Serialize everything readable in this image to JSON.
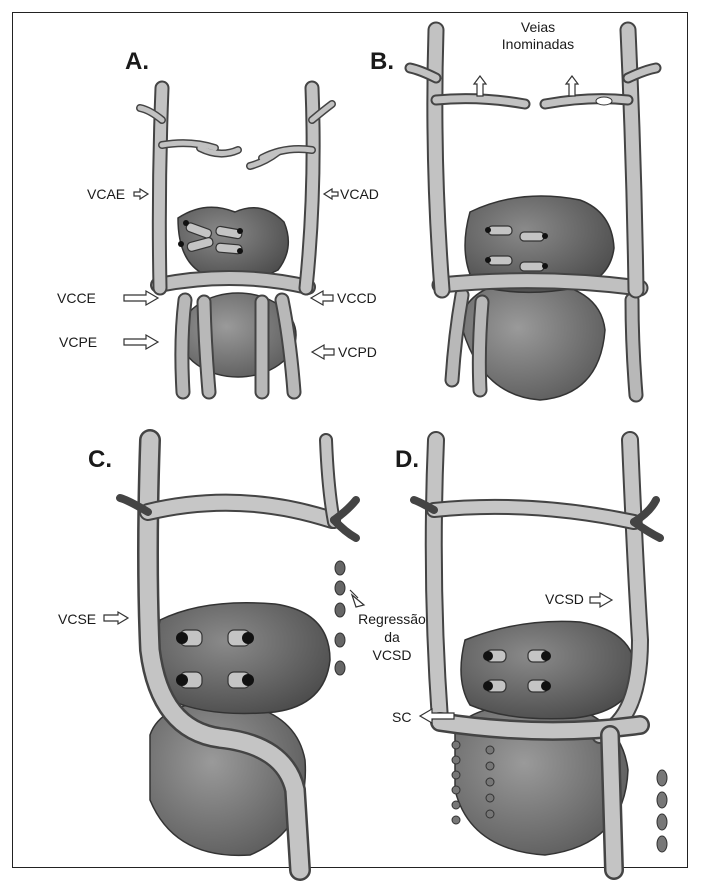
{
  "panels": {
    "a": {
      "letter": "A.",
      "labels": {
        "vcae": "VCAE",
        "vcad": "VCAD",
        "vcce": "VCCE",
        "vccd": "VCCD",
        "vcpe": "VCPE",
        "vcpd": "VCPD"
      }
    },
    "b": {
      "letter": "B.",
      "labels": {
        "veias_line1": "Veias",
        "veias_line2": "Inominadas"
      }
    },
    "c": {
      "letter": "C.",
      "labels": {
        "vcse": "VCSE",
        "regressao_line1": "Regressão",
        "regressao_line2": "da",
        "regressao_line3": "VCSD"
      }
    },
    "d": {
      "letter": "D.",
      "labels": {
        "vcsd": "VCSD",
        "sc": "SC"
      }
    }
  },
  "colors": {
    "vein_fill": "#b3b3b3",
    "vein_stroke": "#444444",
    "heart_fill": "#6e6e6e",
    "heart_dark": "#555555",
    "background": "#ffffff"
  }
}
